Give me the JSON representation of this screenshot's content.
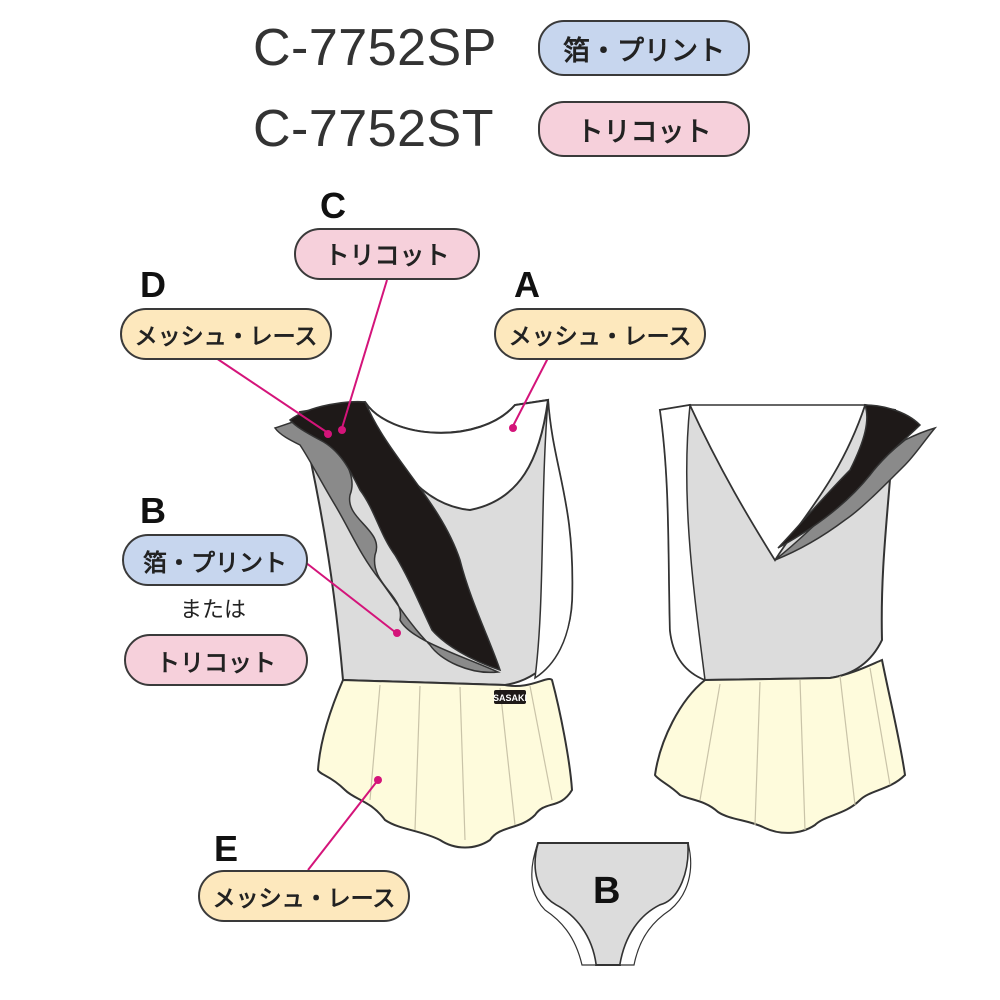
{
  "models": [
    {
      "code": "C-7752SP",
      "material": "箔・プリント",
      "material_color": "#c7d6ee"
    },
    {
      "code": "C-7752ST",
      "material": "トリコット",
      "material_color": "#f6d0db"
    }
  ],
  "parts": {
    "A": {
      "letter": "A",
      "label": "メッシュ・レース",
      "color": "#fde8bd"
    },
    "B": {
      "letter": "B",
      "label_1": "箔・プリント",
      "color_1": "#c7d6ee",
      "or_text": "または",
      "label_2": "トリコット",
      "color_2": "#f6d0db"
    },
    "C": {
      "letter": "C",
      "label": "トリコット",
      "color": "#f6d0db"
    },
    "D": {
      "letter": "D",
      "label": "メッシュ・レース",
      "color": "#fde8bd"
    },
    "E": {
      "letter": "E",
      "label": "メッシュ・レース",
      "color": "#fde8bd"
    }
  },
  "briefs_letter": "B",
  "brand_tag": "SASAKI",
  "colors": {
    "leader_line": "#d4147a",
    "body_fabric": "#dcdcdc",
    "skirt_fabric": "#fefbdc",
    "trim_black": "#1e1918",
    "trim_gray": "#8a8a8a",
    "outline": "#333333"
  }
}
